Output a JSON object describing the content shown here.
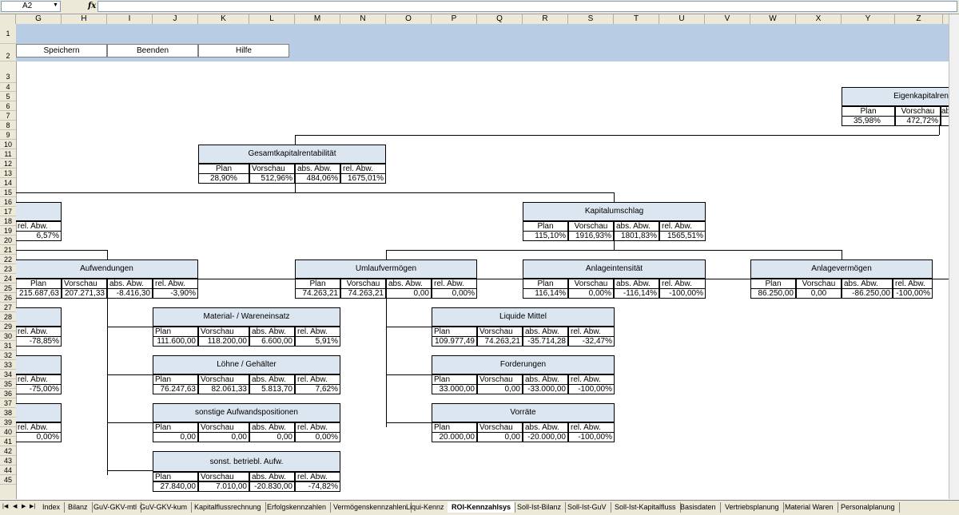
{
  "formula_bar": {
    "cell_ref": "A2",
    "fx": "fx"
  },
  "columns": [
    "G",
    "H",
    "I",
    "J",
    "K",
    "L",
    "M",
    "N",
    "O",
    "P",
    "Q",
    "R",
    "S",
    "T",
    "U",
    "V",
    "W",
    "X",
    "Y",
    "Z"
  ],
  "rows": [
    "1",
    "2",
    "3",
    "4",
    "5",
    "6",
    "7",
    "8",
    "9",
    "10",
    "11",
    "12",
    "13",
    "14",
    "15",
    "16",
    "17",
    "18",
    "19",
    "20",
    "21",
    "22",
    "23",
    "24",
    "25",
    "26",
    "27",
    "28",
    "29",
    "30",
    "31",
    "32",
    "33",
    "34",
    "35",
    "36",
    "37",
    "38",
    "39",
    "40",
    "41",
    "42",
    "43",
    "44",
    "45"
  ],
  "buttons": {
    "save": "Speichern",
    "quit": "Beenden",
    "help": "Hilfe"
  },
  "labels": {
    "plan": "Plan",
    "forecast": "Vorschau",
    "abs": "abs. Abw.",
    "rel": "rel. Abw."
  },
  "equity_return": {
    "title": "Eigenkapitalren",
    "plan": "35,98%",
    "forecast": "472,72%",
    "abs_label": "abs"
  },
  "total_return": {
    "title": "Gesamtkapitalrentabilität",
    "plan": "28,90%",
    "forecast": "512,96%",
    "abs": "484,06%",
    "rel": "1675,01%"
  },
  "capital_turnover": {
    "title": "Kapitalumschlag",
    "plan": "115,10%",
    "forecast": "1916,93%",
    "abs": "1801,83%",
    "rel": "1565,51%"
  },
  "left_partial": {
    "rel1": "6,57%",
    "rel2": "-78,85%",
    "rel3": "-75,00%",
    "rel4": "0,00%"
  },
  "expenses": {
    "title": "Aufwendungen",
    "plan": "215.687,63",
    "forecast": "207.271,33",
    "abs": "-8.416,30",
    "rel": "-3,90%"
  },
  "current_assets": {
    "title": "Umlaufvermögen",
    "plan": "74.263,21",
    "forecast": "74.263,21",
    "abs": "0,00",
    "rel": "0,00%"
  },
  "asset_intensity": {
    "title": "Anlageintensität",
    "plan": "116,14%",
    "forecast": "0,00%",
    "abs": "-116,14%",
    "rel": "-100,00%"
  },
  "fixed_assets": {
    "title": "Anlagevermögen",
    "plan": "86.250,00",
    "forecast": "0,00",
    "abs": "-86.250,00",
    "rel": "-100,00%"
  },
  "material": {
    "title": "Material- / Wareneinsatz",
    "plan": "111.600,00",
    "forecast": "118.200,00",
    "abs": "6.600,00",
    "rel": "5,91%"
  },
  "wages": {
    "title": "Löhne / Gehälter",
    "plan": "76.247,63",
    "forecast": "82.061,33",
    "abs": "5.813,70",
    "rel": "7,62%"
  },
  "other_expenses": {
    "title": "sonstige Aufwandspositionen",
    "plan": "0,00",
    "forecast": "0,00",
    "abs": "0,00",
    "rel": "0,00%"
  },
  "other_operating": {
    "title": "sonst. betriebl. Aufw.",
    "plan": "27.840,00",
    "forecast": "7.010,00",
    "abs": "-20.830,00",
    "rel": "-74,82%"
  },
  "liquid": {
    "title": "Liquide Mittel",
    "plan": "109.977,49",
    "forecast": "74.263,21",
    "abs": "-35.714,28",
    "rel": "-32,47%"
  },
  "receivables": {
    "title": "Forderungen",
    "plan": "33.000,00",
    "forecast": "0,00",
    "abs": "-33.000,00",
    "rel": "-100,00%"
  },
  "inventory": {
    "title": "Vorräte",
    "plan": "20.000,00",
    "forecast": "0,00",
    "abs": "-20.000,00",
    "rel": "-100,00%"
  },
  "tabs": [
    "Index",
    "Bilanz",
    "GuV-GKV-mtl",
    "GuV-GKV-kum",
    "Kapitalflussrechnung",
    "Erfolgskennzahlen",
    "Vermögenskennzahlen",
    "Liqui-Kennz",
    "ROI-Kennzahlsys",
    "Soll-Ist-Bilanz",
    "Soll-Ist-GuV",
    "Soll-Ist-Kapitalfluss",
    "Basisdaten",
    "Vertriebsplanung",
    "Material Waren",
    "Personalplanung"
  ],
  "active_tab": "ROI-Kennzahlsys"
}
